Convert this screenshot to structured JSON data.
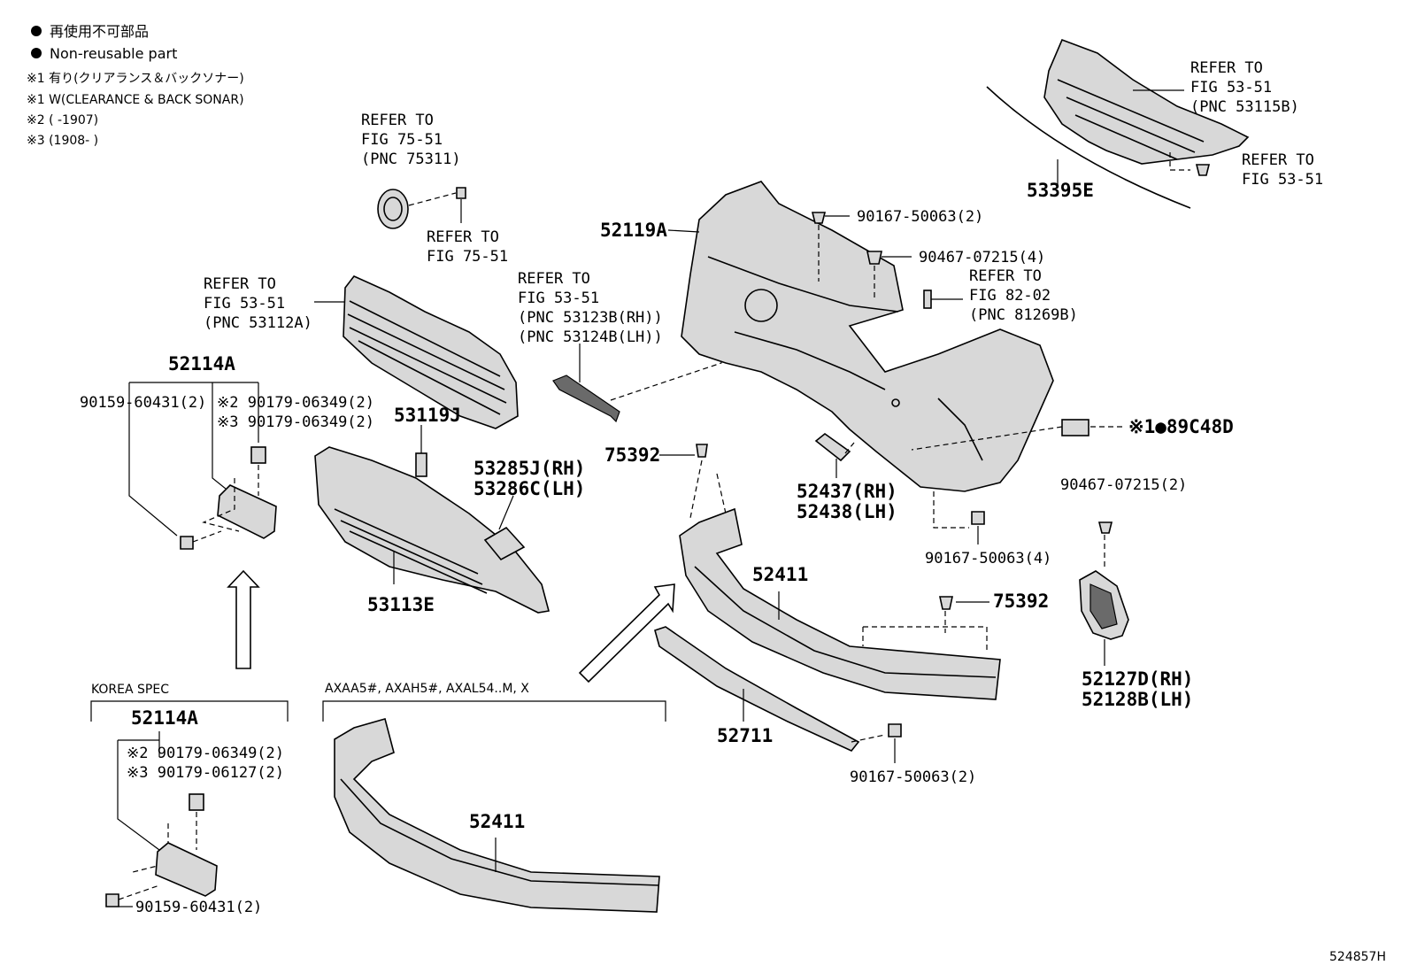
{
  "legend": {
    "bullet_jp": "再使用不可部品",
    "bullet_en": "Non-reusable part",
    "note1_jp": "※1 有り(クリアランス＆バックソナー)",
    "note1_en": "※1 W(CLEARANCE & BACK SONAR)",
    "note2": "※2 (       -1907)",
    "note3": "※3 (1908-       )"
  },
  "refs": {
    "fig7551_pnc75311": [
      "REFER TO",
      "FIG 75-51",
      "(PNC 75311)"
    ],
    "fig7551": [
      "REFER TO",
      "FIG 75-51"
    ],
    "fig5351_pnc53112a": [
      "REFER TO",
      "FIG 53-51",
      "(PNC 53112A)"
    ],
    "fig5351_pnc5312x": [
      "REFER TO",
      "FIG 53-51",
      "(PNC 53123B(RH))",
      "(PNC 53124B(LH))"
    ],
    "fig5351_pnc53115b": [
      "REFER TO",
      "FIG 53-51",
      "(PNC 53115B)"
    ],
    "fig5351_b": [
      "REFER TO",
      "FIG 53-51"
    ],
    "fig8202": [
      "REFER TO",
      "FIG 82-02",
      "(PNC 81269B)"
    ]
  },
  "parts": {
    "p53395e": "53395E",
    "p52119a": "52119A",
    "p52114a": "52114A",
    "p52114a_korea": "52114A",
    "p53119j": "53119J",
    "p53285j": "53285J(RH)",
    "p53286c": "53286C(LH)",
    "p53113e": "53113E",
    "p75392_a": "75392",
    "p75392_b": "75392",
    "p52437": "52437(RH)",
    "p52438": "52438(LH)",
    "p89c48d": "※1●89C48D",
    "p52411_a": "52411",
    "p52411_b": "52411",
    "p52711": "52711",
    "p52127d": "52127D(RH)",
    "p52128b": "52128B(LH)"
  },
  "fasteners": {
    "f90167_50063_2a": "90167-50063(2)",
    "f90467_07215_4": "90467-07215(4)",
    "f90159_60431_2a": "90159-60431(2)",
    "f2_90179_06349_a": "※2 90179-06349(2)",
    "f3_90179_06349": "※3 90179-06349(2)",
    "f90167_50063_4": "90167-50063(4)",
    "f90467_07215_2": "90467-07215(2)",
    "f90167_50063_2b": "90167-50063(2)",
    "f2_90179_06349_b": "※2 90179-06349(2)",
    "f3_90179_06127": "※3 90179-06127(2)",
    "f90159_60431_2b": "90159-60431(2)"
  },
  "sections": {
    "korea_spec": "KOREA SPEC",
    "grades": "AXAA5#, AXAH5#, AXAL54..M, X"
  },
  "illustration_id": "524857H"
}
